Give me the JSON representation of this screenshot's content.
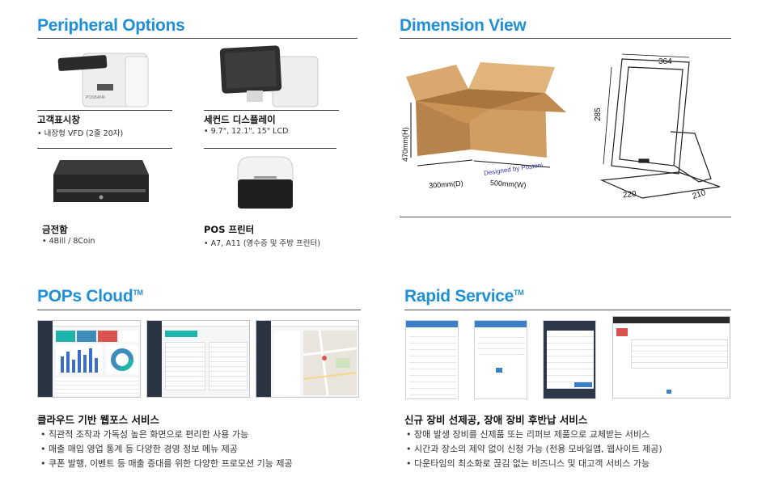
{
  "sections": {
    "peripheral": {
      "title": "Peripheral Options"
    },
    "dimension": {
      "title": "Dimension View"
    },
    "cloud": {
      "title": "POPs Cloud",
      "tm": "TM"
    },
    "rapid": {
      "title": "Rapid Service",
      "tm": "TM"
    }
  },
  "peripherals": [
    {
      "title": "고객표시창",
      "desc": "• 내장형 VFD (2줄 20자)"
    },
    {
      "title": "세컨드 디스플레이",
      "desc": "• 9.7\", 12.1\", 15\" LCD"
    },
    {
      "title": "금전함",
      "desc": "• 4Bill / 8Coin"
    },
    {
      "title": "POS 프린터",
      "desc": "• A7, A11 (영수증 및 주방 프린터)"
    }
  ],
  "dimensions": {
    "box_height": "470mm(H)",
    "box_depth": "300mm(D)",
    "box_width": "500mm(W)",
    "box_stamp": "Designed by Postoni",
    "width_top": "364",
    "height": "285",
    "base_width": "220",
    "base_depth": "210",
    "brand": "POSBANK"
  },
  "cloud": {
    "subtitle": "클라우드 기반 웹포스 서비스",
    "bullets": [
      "직관적 조작과 가독성 높은 화면으로 편리한 사용 가능",
      "매출 매입 영업 통계 등 다양한 경영 정보 메뉴 제공",
      "쿠폰 발행, 이벤트 등 매출 증대를 위한 다양한 프로모션 기능 제공"
    ]
  },
  "rapid": {
    "subtitle": "신규 장비 선제공, 장애 장비 후반납 서비스",
    "bullets": [
      "장애 발생 장비를 신제품 또는 리퍼브 제품으로 교체받는 서비스",
      "시간과 장소의 제약 없이 신청 가능 (전용 모바일앱, 웹사이트 제공)",
      "다운타임의 최소화로 끊김 없는 비즈니스 및 대고객 서비스 가능"
    ]
  },
  "colors": {
    "accent": "#1f8fd6",
    "cardboard": "#c9965c",
    "teal": "#1fb5ad",
    "red": "#d9534f"
  }
}
